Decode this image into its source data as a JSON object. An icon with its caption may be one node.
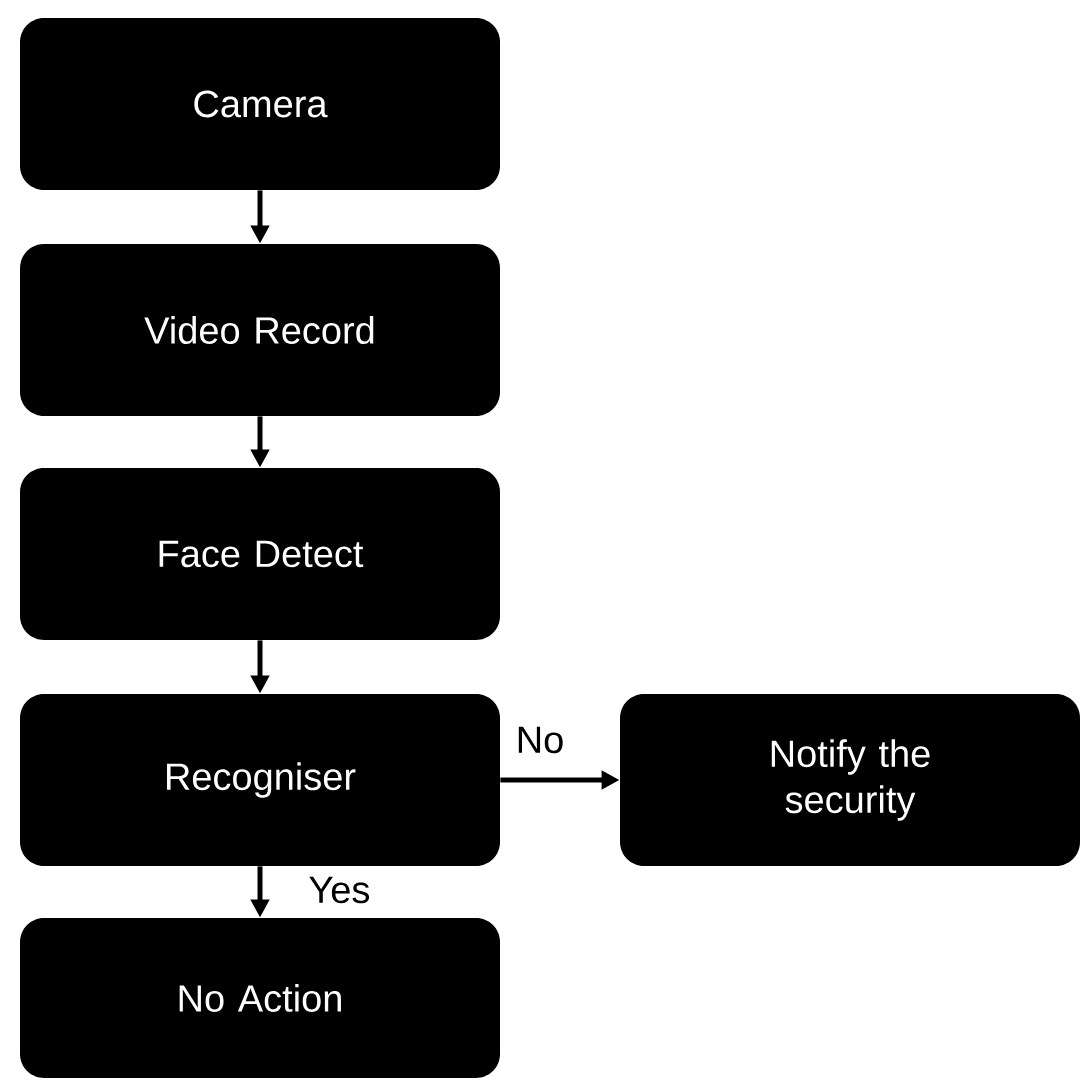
{
  "diagram": {
    "nodes": [
      {
        "text": [
          "Camera"
        ]
      },
      {
        "text": [
          "Video Record"
        ]
      },
      {
        "text": [
          "Face Detect"
        ]
      },
      {
        "text": [
          "Recogniser"
        ]
      },
      {
        "text": [
          "No Action"
        ]
      },
      {
        "text": [
          "Notify the security"
        ]
      }
    ],
    "edges": [
      {
        "from": 0,
        "to": 1,
        "arrow": "to"
      },
      {
        "from": 1,
        "to": 2,
        "arrow": "to"
      },
      {
        "from": 2,
        "to": 3,
        "arrow": "to"
      },
      {
        "from": 3,
        "to": 4,
        "arrow": "to",
        "label": "Yes"
      },
      {
        "from": 3,
        "to": 5,
        "arrow": "to",
        "label": "No"
      }
    ]
  }
}
